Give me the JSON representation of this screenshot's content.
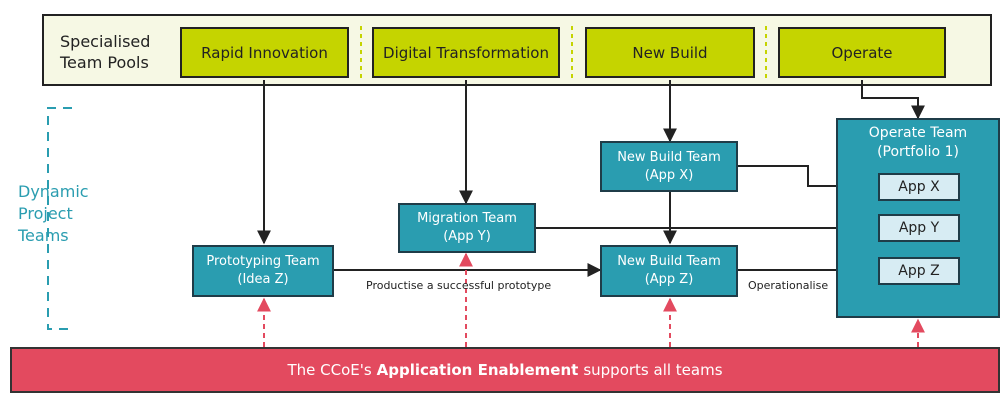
{
  "pools": {
    "label_line1": "Specialised",
    "label_line2": "Team Pools",
    "items": [
      "Rapid Innovation",
      "Digital Transformation",
      "New Build",
      "Operate"
    ]
  },
  "dynamic_label": [
    "Dynamic",
    "Project",
    "Teams"
  ],
  "teams": {
    "prototyping": [
      "Prototyping Team",
      "(Idea Z)"
    ],
    "migration": [
      "Migration Team",
      "(App Y)"
    ],
    "newbuild_x": [
      "New Build Team",
      "(App X)"
    ],
    "newbuild_z": [
      "New Build Team",
      "(App Z)"
    ]
  },
  "operate": {
    "title_line1": "Operate Team",
    "title_line2": "(Portfolio 1)",
    "apps": [
      "App X",
      "App Y",
      "App Z"
    ]
  },
  "edge_labels": {
    "productise": "Productise a successful prototype",
    "operationalise": "Operationalise"
  },
  "banner": {
    "prefix": "The CCoE's",
    "bold": "Application Enablement",
    "suffix": "supports all teams"
  },
  "colors": {
    "pool_fill": "#c5d400",
    "team_fill": "#2a9db0",
    "app_fill": "#d7ecf3",
    "banner_fill": "#e34a5f",
    "support_arrow": "#e34a5f",
    "dynamic_bracket": "#2a9db0"
  }
}
